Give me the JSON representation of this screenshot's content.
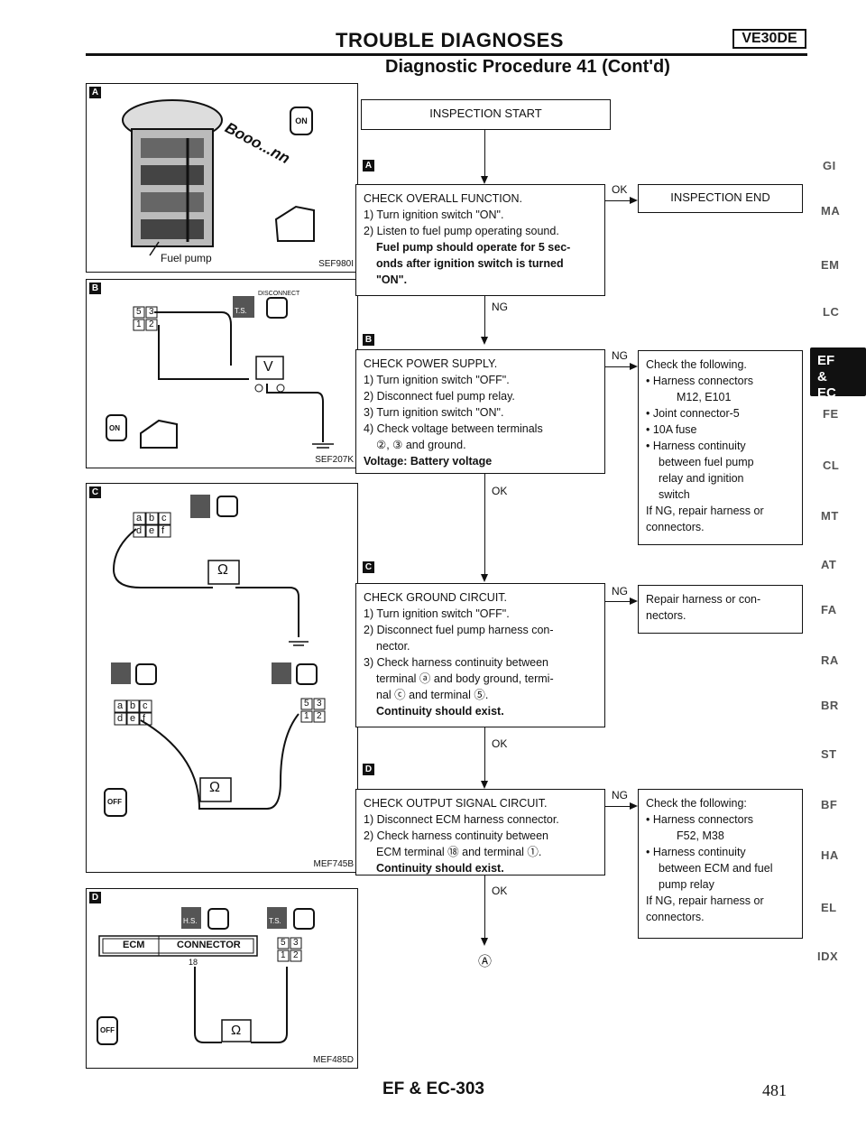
{
  "header": {
    "title": "TROUBLE DIAGNOSES",
    "engine_badge": "VE30DE",
    "subtitle": "Diagnostic Procedure 41 (Cont'd)"
  },
  "figures": [
    {
      "tag": "A",
      "code": "SEF980I",
      "label": "Fuel pump",
      "sound": "Booo...nn"
    },
    {
      "tag": "B",
      "code": "SEF207K",
      "connector": [
        "5",
        "3",
        "1",
        "2"
      ],
      "meter": "V"
    },
    {
      "tag": "C",
      "code": "MEF745B",
      "connector": [
        "a",
        "b",
        "c",
        "d",
        "e",
        "f"
      ],
      "meter": "Ω"
    },
    {
      "tag": "D",
      "code": "MEF485D",
      "ecm_label": "ECM",
      "connector_label": "CONNECTOR",
      "pin": "18",
      "meter": "Ω"
    }
  ],
  "icons": {
    "disconnect_label": "DISCONNECT",
    "ts": "T.S.",
    "hs": "H.S.",
    "on": "ON",
    "off": "OFF"
  },
  "flow": {
    "start": "INSPECTION START",
    "end": "INSPECTION END",
    "steps": [
      {
        "tag": "A",
        "lines": [
          "CHECK OVERALL FUNCTION.",
          "1) Turn ignition switch \"ON\".",
          "2) Listen to fuel pump operating sound."
        ],
        "bold_lines": [
          "Fuel pump should operate for 5 sec-",
          "onds after ignition switch is turned",
          "\"ON\"."
        ],
        "branch_label": "OK",
        "next_label": "NG"
      },
      {
        "tag": "B",
        "lines": [
          "CHECK POWER SUPPLY.",
          "1) Turn ignition switch \"OFF\".",
          "2) Disconnect fuel pump relay.",
          "3) Turn ignition switch \"ON\".",
          "4) Check voltage between terminals",
          "②, ③ and ground."
        ],
        "bold_lines": [
          "Voltage: Battery voltage"
        ],
        "branch_label": "NG",
        "next_label": "OK",
        "result": [
          "Check the following.",
          "• Harness connectors",
          "M12, E101",
          "• Joint connector-5",
          "• 10A fuse",
          "• Harness continuity",
          "between fuel pump",
          "relay and ignition",
          "switch",
          "If NG, repair harness or",
          "connectors."
        ]
      },
      {
        "tag": "C",
        "lines": [
          "CHECK GROUND CIRCUIT.",
          "1) Turn ignition switch \"OFF\".",
          "2) Disconnect fuel pump harness con-",
          "nector.",
          "3) Check harness continuity between",
          "terminal ⓐ and body ground, termi-",
          "nal ⓒ and terminal ⑤."
        ],
        "bold_lines": [
          "Continuity should exist."
        ],
        "branch_label": "NG",
        "next_label": "OK",
        "result": [
          "Repair harness or con-",
          "nectors."
        ]
      },
      {
        "tag": "D",
        "lines": [
          "CHECK OUTPUT SIGNAL CIRCUIT.",
          "1) Disconnect ECM harness connector.",
          "2) Check harness continuity between",
          "ECM terminal ⑱ and terminal ①."
        ],
        "bold_lines": [
          "Continuity should exist."
        ],
        "branch_label": "NG",
        "next_label": "OK",
        "result": [
          "Check the following:",
          "• Harness connectors",
          "F52, M38",
          "• Harness continuity",
          "between ECM and fuel",
          "pump relay",
          "If NG, repair harness or",
          "connectors."
        ]
      }
    ],
    "end_marker": "Ⓐ"
  },
  "side_index": [
    "GI",
    "MA",
    "EM",
    "LC",
    "EF & EC",
    "FE",
    "CL",
    "MT",
    "AT",
    "FA",
    "RA",
    "BR",
    "ST",
    "BF",
    "HA",
    "EL",
    "IDX"
  ],
  "side_active": "EF & EC",
  "footer": {
    "page_code": "EF & EC-303",
    "page_number": "481"
  }
}
